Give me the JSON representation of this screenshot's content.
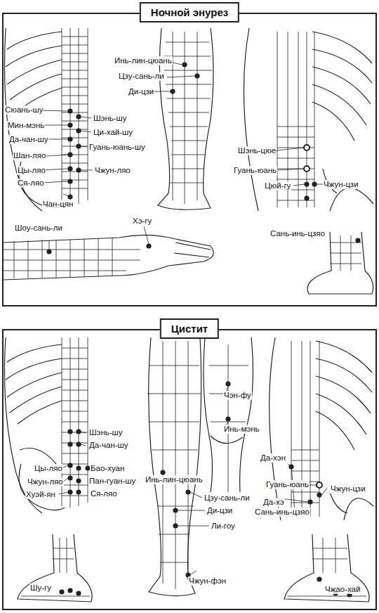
{
  "diagram": {
    "nodes": [
      {
        "text": [
          "Ночной энурез"
        ]
      },
      {
        "text": [
          "Цистит"
        ]
      }
    ],
    "labels": [
      "Сюань-шу",
      "Мин-мэнь",
      "Да-чан-шу",
      "Шан-ляо",
      "Цы-ляо",
      "Ся-ляо",
      "Чан-цян",
      "Шэнь-шу",
      "Ци-хай-шу",
      "Гуань-юань-шу",
      "Чжун-ляо",
      "Инь-лин-цюань",
      "Цзу-сань-ли",
      "Ди-цзи",
      "Шэнь-цюе",
      "Гуань-юань",
      "Цюй-гу",
      "Чжун-цзи",
      "Шоу-сань-ли",
      "Хэ-гу",
      "Сань-инь-цзяо",
      "Шэнь-шу",
      "Да-чан-шу",
      "Цы-ляо",
      "Чжун-ляо",
      "Хуэй-ян",
      "Бао-хуан",
      "Пан-гуан-шу",
      "Ся-ляо",
      "Чэн-фу",
      "Инь-мэнь",
      "Инь-лин-цюань",
      "Цзу-сань-ли",
      "Ди-цзи",
      "Ли-гоу",
      "Чжун-фэн",
      "Да-хэн",
      "Гуань-юань",
      "Чжун-цзи",
      "Да-хэ",
      "Сань-инь-цзяо",
      "Чжао-хай",
      "Шу-гу"
    ]
  }
}
